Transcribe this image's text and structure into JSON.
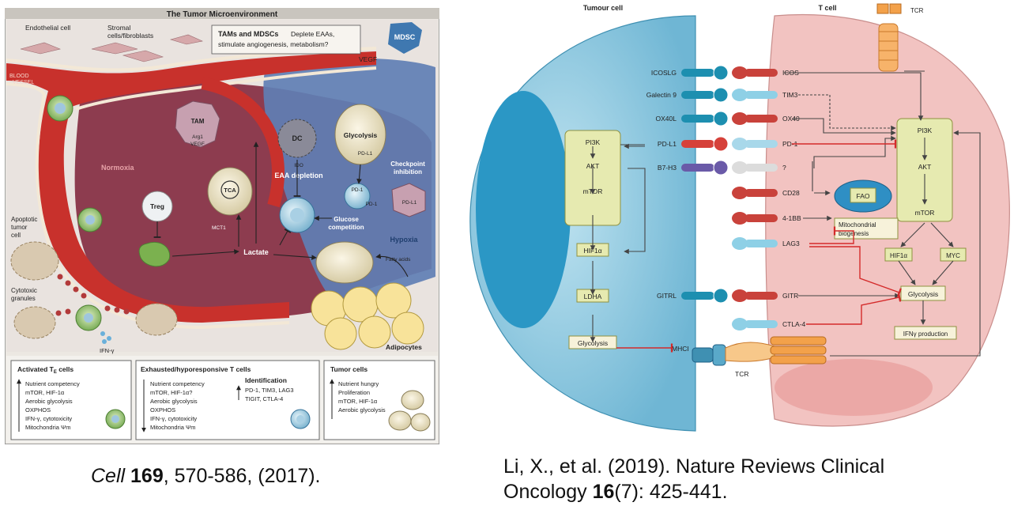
{
  "left_figure": {
    "title": "The Tumor Microenvironment",
    "labels": {
      "endothelial": "Endothelial cell",
      "stromal_1": "Stromal",
      "stromal_2": "cells/fibroblasts",
      "tams_title": "TAMs and MDSCs",
      "tams_text_1": "Deplete EAAs,",
      "tams_text_2": "stimulate angiogenesis, metabolism?",
      "mdsc": "MDSC",
      "vegf": "VEGF",
      "blood_1": "BLOOD",
      "blood_2": "VESSEL",
      "tam": "TAM",
      "arg1": "Arg1",
      "vegf2": "VEGF",
      "dc": "DC",
      "glycolysis": "Glycolysis",
      "pdl1": "PD-L1",
      "checkpoint_1": "Checkpoint",
      "checkpoint_2": "inhibition",
      "normoxia": "Normoxia",
      "ido": "IDO",
      "eaa": "EAA depletion",
      "pd1": "PD-1",
      "pd1b": "PD-1",
      "pdl1b": "PD-L1",
      "treg": "Treg",
      "tca": "TCA",
      "glucose_1": "Glucose",
      "glucose_2": "competition",
      "hypoxia": "Hypoxia",
      "apoptotic_1": "Apoptotic",
      "apoptotic_2": "tumor",
      "apoptotic_3": "cell",
      "mct1": "MCT1",
      "lactate": "Lactate",
      "fatty": "Fatty acids",
      "cytotoxic_1": "Cytotoxic",
      "cytotoxic_2": "granules",
      "ifn": "IFN-γ",
      "adipocytes": "Adipocytes"
    },
    "panels": {
      "activated_title": "Activated T",
      "activated_sub": "E",
      "activated_title_end": " cells",
      "activated_items": [
        "Nutrient competency",
        "mTOR, HIF-1α",
        "Aerobic glycolysis",
        "OXPHOS",
        "IFN-γ, cytotoxicity",
        "Mitochondria Ψm"
      ],
      "exhausted_title": "Exhausted/hyporesponsive T cells",
      "exhausted_items": [
        "Nutrient competency",
        "mTOR, HIF-1α?",
        "Aerobic glycolysis",
        "OXPHOS",
        "IFN-γ, cytotoxicity",
        "Mitochondria Ψm"
      ],
      "identification_title": "Identification",
      "identification_items": [
        "PD-1, TIM3, LAG3",
        "TIGIT, CTLA-4"
      ],
      "tumor_title": "Tumor cells",
      "tumor_items": [
        "Nutrient hungry",
        "Proliferation",
        "mTOR, HIF-1α",
        "Aerobic glycolysis"
      ]
    }
  },
  "right_figure": {
    "tumour_title": "Tumour cell",
    "tcell_title": "T cell",
    "tcr_top": "TCR",
    "ligands": [
      "ICOSLG",
      "Galectin 9",
      "OX40L",
      "PD-L1",
      "B7-H3",
      "GITRL"
    ],
    "receptors": [
      "ICOS",
      "TIM3",
      "OX40",
      "PD-1",
      "?",
      "CD28",
      "4-1BB",
      "LAG3",
      "GITR",
      "CTLA-4"
    ],
    "tumour_path": [
      "PI3K",
      "AKT",
      "mTOR",
      "HIF1α",
      "LDHA",
      "Glycolysis"
    ],
    "mhc": "MHCI",
    "tcr_bottom": "TCR",
    "tcell_path": [
      "PI3K",
      "AKT",
      "mTOR"
    ],
    "fao": "FAO",
    "mito_1": "Mitochondrial",
    "mito_2": "biogenesis",
    "hif": "HIF1α",
    "myc": "MYC",
    "t_glycolysis": "Glycolysis",
    "ifn": "IFNγ production"
  },
  "captions": {
    "left_journal": "Cell",
    "left_volume": "169",
    "left_rest": ", 570-586, (2017).",
    "right_line1": "Li, X., et al. (2019). Nature Reviews Clinical",
    "right_line2_a": "Oncology ",
    "right_line2_vol": "16",
    "right_line2_b": "(7): 425-441."
  },
  "colors": {
    "vessel": "#c8312c",
    "tumor_region": "#8e3b4e",
    "hypoxia_region": "#5a7fb6",
    "tumour_cell": "#74bbd7",
    "t_cell": "#f1c2c0",
    "pathway_box": "#e6eab0",
    "inhibit": "#d42a2a"
  }
}
